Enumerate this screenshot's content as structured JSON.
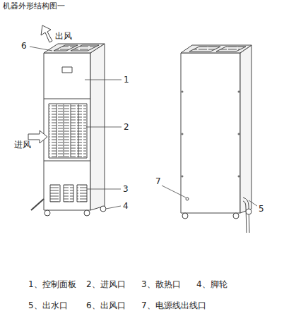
{
  "diagram": {
    "title": "机器外形结构图一",
    "labels": [
      "出风",
      "进风",
      "6",
      "1",
      "2",
      "3",
      "4",
      "7",
      "5",
      "1、控制面板",
      "2、进风口",
      "3、散热口",
      "4、脚轮",
      "5、出水口",
      "6、出风口",
      "7、电源线出线口"
    ]
  }
}
